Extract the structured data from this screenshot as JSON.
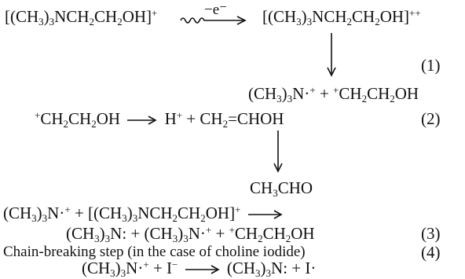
{
  "equations": {
    "eq1_left": "[(CH3)3NCH2CH2OH]+",
    "eq1_arrow_label": "−e⁻",
    "eq1_right": "[(CH3)3NCH2CH2OH]++",
    "eq1_number": "(1)",
    "eq1_products": "(CH3)3N·+ + +CH2CH2OH",
    "eq2": "+CH2CH2OH → H+ + CH2=CHOH",
    "eq2_number": "(2)",
    "eq2_product": "CH3CHO",
    "eq3_line1": "(CH3)3N·+ + [(CH3)3NCH2CH2OH]+ →",
    "eq3_line2": "(CH3)3N: + (CH3)3N·+ + +CH2CH2OH",
    "eq3_number": "(3)",
    "eq4_label": "Chain-breaking step (in the case of choline iodide)",
    "eq4_number": "(4)",
    "eq4_reaction": "(CH3)3N·+ + I− → (CH3)3N: + I·"
  }
}
